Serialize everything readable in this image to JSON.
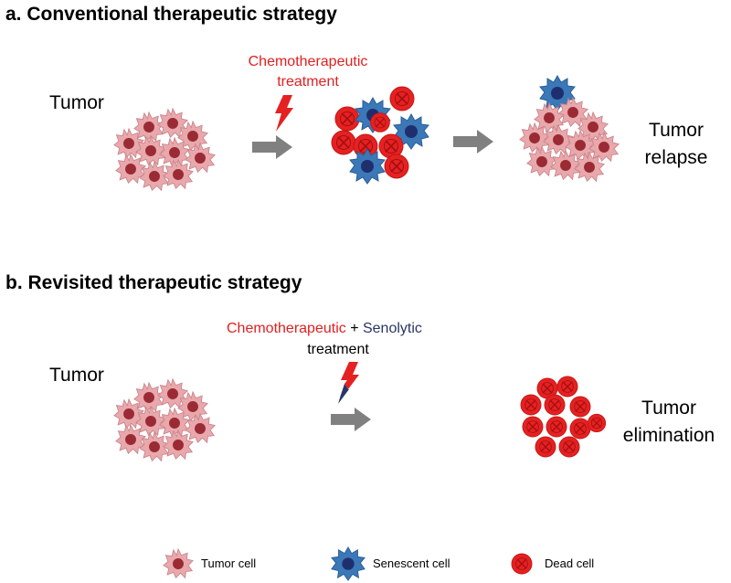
{
  "panel_a": {
    "heading": "a. Conventional therapeutic strategy",
    "tumor_label": "Tumor",
    "treatment_line1": "Chemotherapeutic",
    "treatment_line2": "treatment",
    "outcome_line1": "Tumor",
    "outcome_line2": "relapse"
  },
  "panel_b": {
    "heading": "b. Revisited therapeutic strategy",
    "tumor_label": "Tumor",
    "treatment_chemo": "Chemotherapeutic",
    "treatment_plus": " + ",
    "treatment_seno": "Senolytic",
    "treatment_line2": "treatment",
    "outcome_line1": "Tumor",
    "outcome_line2": "elimination"
  },
  "legend": {
    "tumor_cell": "Tumor cell",
    "senescent_cell": "Senescent cell",
    "dead_cell": "Dead cell"
  },
  "colors": {
    "tumor_body": "#e8a8ac",
    "tumor_edge": "#c98389",
    "tumor_nucleus": "#9a2a34",
    "senescent_body": "#3b78b8",
    "senescent_nucleus": "#1f2f6e",
    "dead_cell": "#e52121",
    "dead_mark": "#a50f12",
    "arrow": "#808080",
    "chemo_text": "#e02020",
    "senolytic_text": "#2a3566"
  }
}
